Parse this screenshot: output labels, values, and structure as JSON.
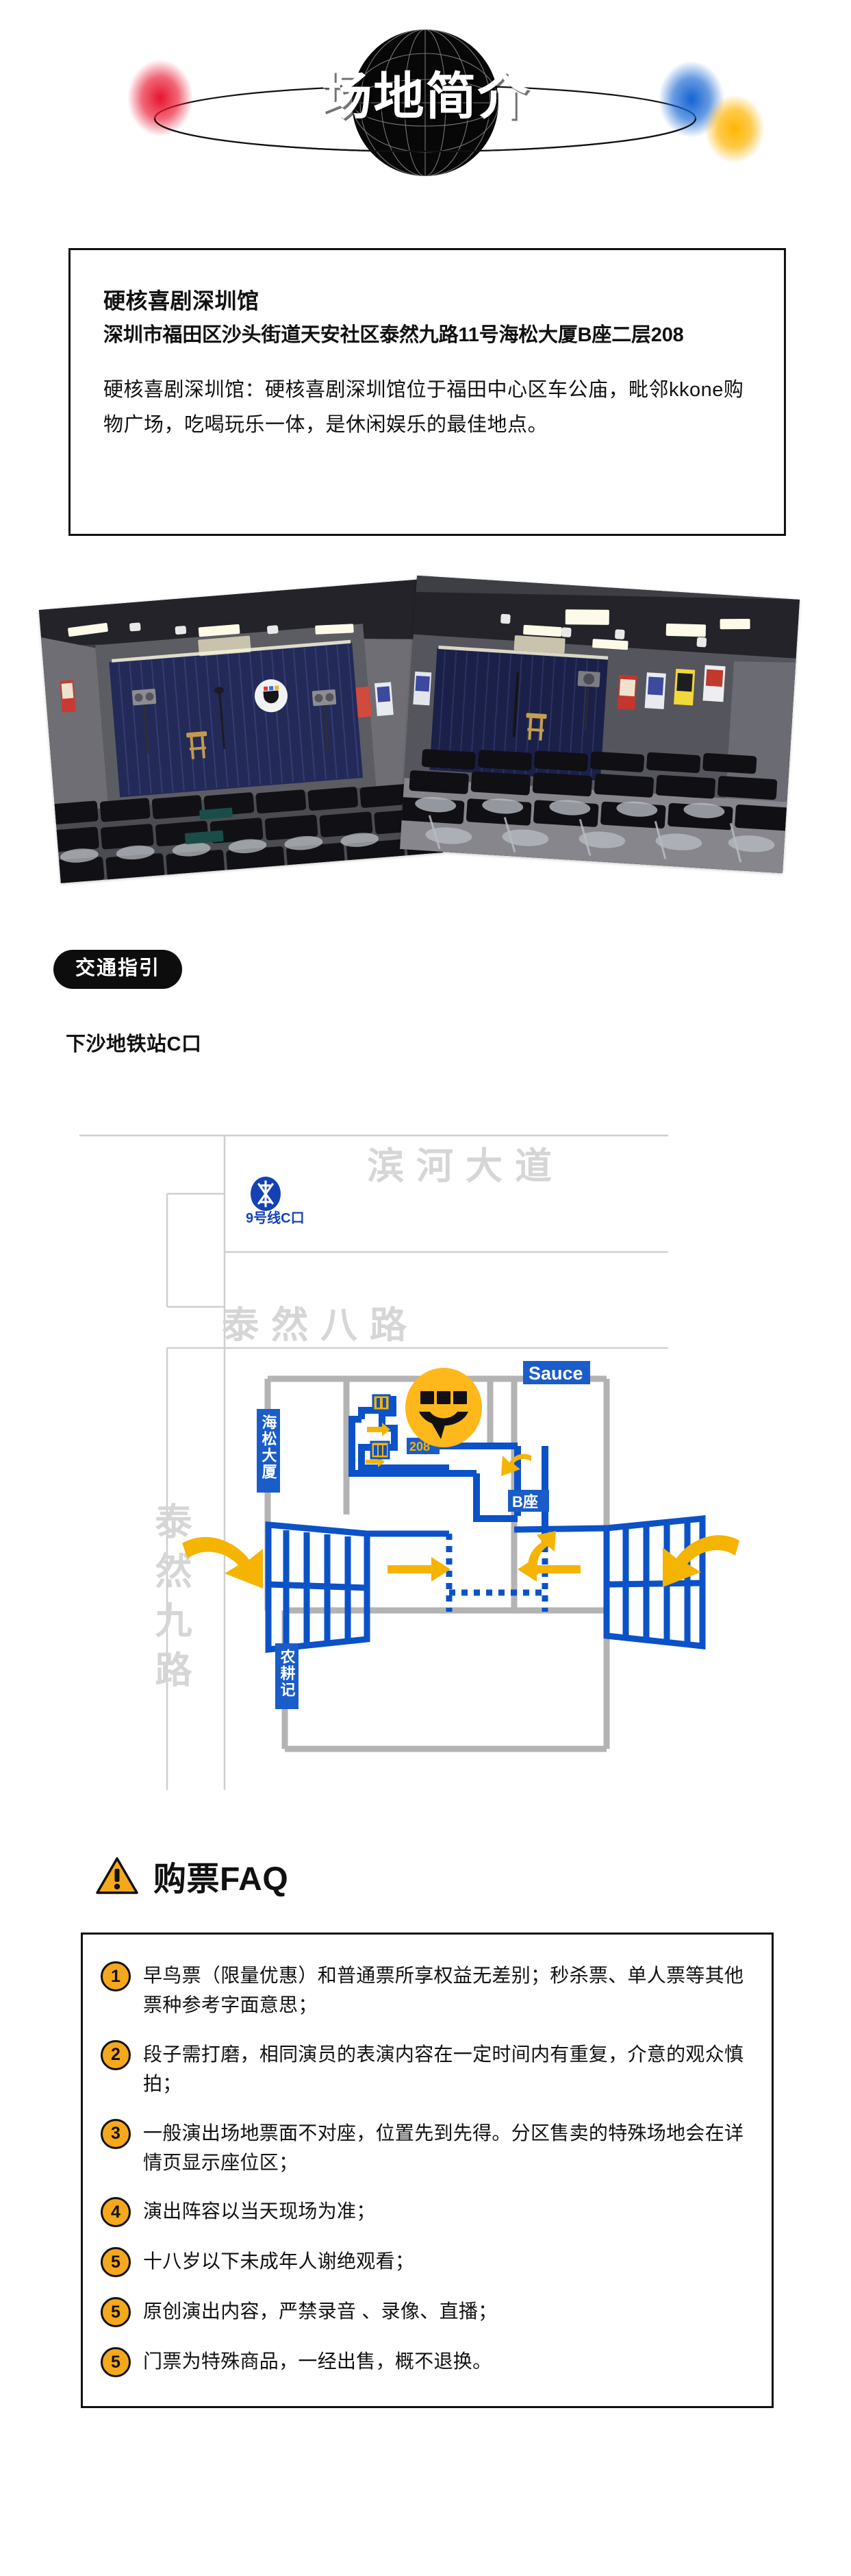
{
  "header": {
    "title": "场地简介",
    "globe_color": "#070707",
    "orbit_dots": [
      {
        "name": "red-dot",
        "color": "#E8142E"
      },
      {
        "name": "blue-dot",
        "color": "#1464D2"
      },
      {
        "name": "orange-dot",
        "color": "#FFB400"
      }
    ]
  },
  "venue": {
    "name": "硬核喜剧深圳馆",
    "address": "深圳市福田区沙头街道天安社区泰然九路11号海松大厦B座二层208",
    "description": "硬核喜剧深圳馆：硬核喜剧深圳馆位于福田中心区车公庙，毗邻kkone购物广场，吃喝玩乐一体，是休闲娱乐的最佳地点。"
  },
  "photos": [
    {
      "name": "venue-photo-stage",
      "alt": "剧场舞台与座椅"
    },
    {
      "name": "venue-photo-seating",
      "alt": "剧场座椅与海报墙"
    }
  ],
  "traffic": {
    "pill_label": "交通指引",
    "subway": "下沙地铁站C口"
  },
  "map": {
    "roads": [
      {
        "name": "binhe-avenue",
        "label": "滨河大道"
      },
      {
        "name": "tairan-8th-road",
        "label": "泰然八路"
      },
      {
        "name": "tairan-9th-road",
        "label": "泰然九路"
      }
    ],
    "metro": {
      "icon": "metro-icon",
      "label": "9号线C口"
    },
    "markers": [
      {
        "name": "sauce-label",
        "label": "Sauce"
      },
      {
        "name": "haisong-building-label",
        "label": "海松大厦"
      },
      {
        "name": "building-b-label",
        "label": "B座"
      },
      {
        "name": "room-208-label",
        "label": "208"
      },
      {
        "name": "nonggengji-label",
        "label": "农耕记"
      }
    ],
    "venue_pin": "smiley-pin-icon",
    "colors": {
      "road": "#b3b3b3",
      "building": "#0B52C8",
      "arrow": "#F5B400",
      "label_bg": "#1A5CC8",
      "pin": "#FFB81C"
    }
  },
  "faq": {
    "icon": "warning-triangle-icon",
    "title": "购票FAQ",
    "items": [
      {
        "number": "1",
        "text": "早鸟票（限量优惠）和普通票所享权益无差别；秒杀票、单人票等其他票种参考字面意思；"
      },
      {
        "number": "2",
        "text": "段子需打磨，相同演员的表演内容在一定时间内有重复，介意的观众慎拍；"
      },
      {
        "number": "3",
        "text": "一般演出场地票面不对座，位置先到先得。分区售卖的特殊场地会在详情页显示座位区；"
      },
      {
        "number": "4",
        "text": "演出阵容以当天现场为准；"
      },
      {
        "number": "5",
        "text": "十八岁以下未成年人谢绝观看；"
      },
      {
        "number": "5",
        "text": "原创演出内容，严禁录音 、录像、直播；"
      },
      {
        "number": "5",
        "text": "门票为特殊商品，一经出售，概不退换。"
      }
    ]
  }
}
